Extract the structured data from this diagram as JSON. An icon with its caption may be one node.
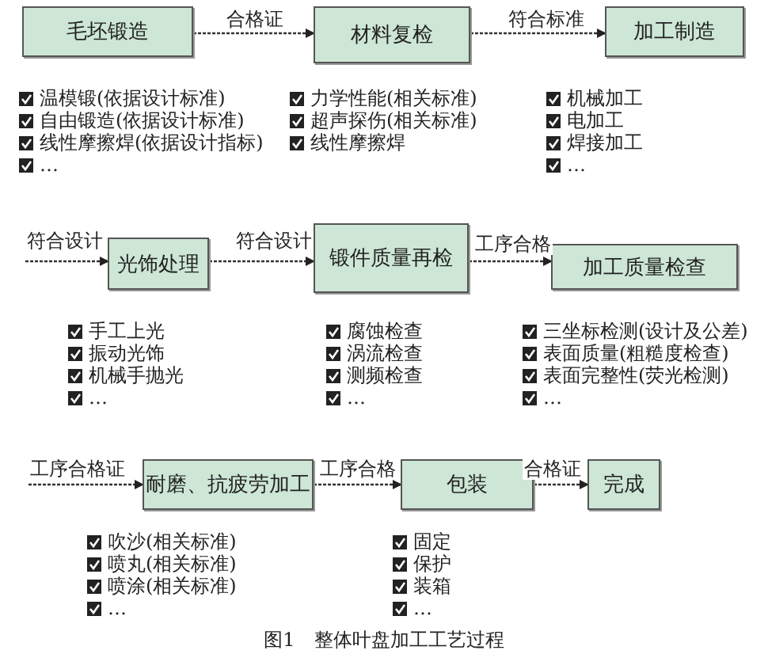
{
  "diagram": {
    "caption": "图1　整体叶盘加工工艺过程",
    "nodes": [
      {
        "text": [
          "毛坯锻造"
        ],
        "beside": [
          "温模锻(依据设计标准)",
          "自由锻造(依据设计标准)",
          "线性摩擦焊(依据设计指标)",
          "…"
        ]
      },
      {
        "text": [
          "材料复检"
        ],
        "beside": [
          "力学性能(相关标准)",
          "超声探伤(相关标准)",
          "线性摩擦焊"
        ]
      },
      {
        "text": [
          "加工制造"
        ],
        "beside": [
          "机械加工",
          "电加工",
          "焊接加工",
          "…"
        ]
      },
      {
        "text": [
          "光饰处理"
        ],
        "beside": [
          "手工上光",
          "振动光饰",
          "机械手抛光",
          "…"
        ]
      },
      {
        "text": [
          "锻件质量再检"
        ],
        "beside": [
          "腐蚀检查",
          "涡流检查",
          "测频检查",
          "…"
        ]
      },
      {
        "text": [
          "加工质量检查"
        ],
        "beside": [
          "三坐标检测(设计及公差)",
          "表面质量(粗糙度检查)",
          "表面完整性(荧光检测)",
          "…"
        ]
      },
      {
        "text": [
          "耐磨、抗疲劳加工"
        ],
        "beside": [
          "吹沙(相关标准)",
          "喷丸(相关标准)",
          "喷涂(相关标准)",
          "…"
        ]
      },
      {
        "text": [
          "包装"
        ],
        "beside": [
          "固定",
          "保护",
          "装箱",
          "…"
        ]
      },
      {
        "text": [
          "完成"
        ]
      }
    ],
    "edges": [
      {
        "from": 0,
        "to": 1,
        "arrow": "to",
        "label": "合格证"
      },
      {
        "from": 1,
        "to": 2,
        "arrow": "to",
        "label": "符合标准"
      },
      {
        "from": null,
        "to": 3,
        "arrow": "to",
        "label": "符合设计"
      },
      {
        "from": 3,
        "to": 4,
        "arrow": "to",
        "label": "符合设计"
      },
      {
        "from": 4,
        "to": 5,
        "arrow": "to",
        "label": "工序合格"
      },
      {
        "from": null,
        "to": 6,
        "arrow": "to",
        "label": "工序合格证"
      },
      {
        "from": 6,
        "to": 7,
        "arrow": "to",
        "label": "工序合格"
      },
      {
        "from": 7,
        "to": 8,
        "arrow": "to",
        "label": "合格证"
      }
    ]
  }
}
